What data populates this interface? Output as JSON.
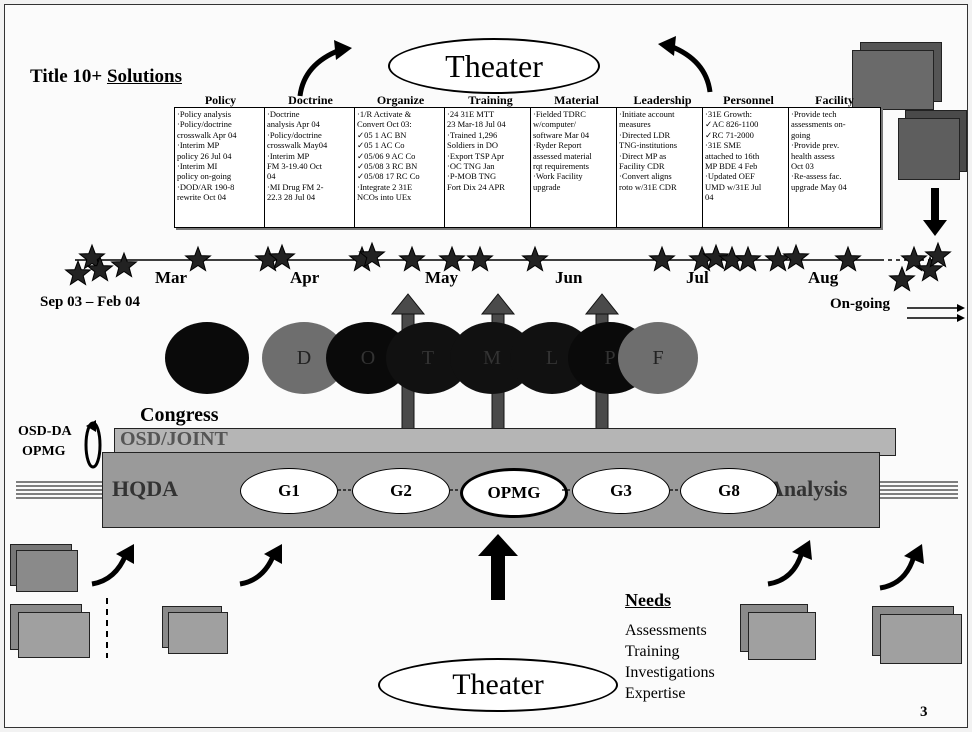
{
  "title": {
    "prefix": "Title 10+ ",
    "underlined": "Solutions"
  },
  "theater_top": "Theater",
  "theater_bottom": "Theater",
  "categories": [
    {
      "name": "Policy",
      "lines": [
        "·Policy analysis",
        "·Policy/doctrine",
        "crosswalk Apr 04",
        "·Interim MP",
        "policy 26 Jul 04",
        "·Interim MI",
        "policy on-going",
        "·DOD/AR 190-8",
        "rewrite Oct 04"
      ]
    },
    {
      "name": "Doctrine",
      "lines": [
        "·Doctrine",
        "analysis Apr 04",
        "·Policy/doctrine",
        "crosswalk May04",
        "·Interim MP",
        "FM 3-19.40 Oct",
        "04",
        "·MI Drug FM 2-",
        "22.3 28 Jul 04"
      ]
    },
    {
      "name": "Organize",
      "lines": [
        "·1/R Activate &",
        "Convert Oct 03:",
        "✓05 1 AC BN",
        "✓05 1 AC Co",
        "✓05/06 9 AC Co",
        "✓05/08 3 RC BN",
        "✓05/08 17 RC Co",
        "·Integrate 2 31E",
        "NCOs into UEx"
      ]
    },
    {
      "name": "Training",
      "lines": [
        "·24 31E MTT",
        "23 Mar-18 Jul 04",
        "·Trained 1,296",
        "Soldiers in DO",
        "·Export TSP Apr",
        "·OC TNG Jan",
        "·P-MOB TNG",
        "Fort Dix 24 APR"
      ]
    },
    {
      "name": "Material",
      "lines": [
        "·Fielded TDRC",
        "w/computer/",
        "software Mar 04",
        "·Ryder Report",
        "assessed material",
        "rqt requirements",
        "·Work Facility",
        "upgrade"
      ]
    },
    {
      "name": "Leadership",
      "lines": [
        "·Initiate account",
        "measures",
        "·Directed LDR",
        "TNG-institutions",
        "·Direct MP as",
        "Facility CDR",
        "·Convert aligns",
        "roto w/31E CDR"
      ]
    },
    {
      "name": "Personnel",
      "lines": [
        "·31E Growth:",
        "✓AC 826-1100",
        "✓RC 71-2000",
        "·31E SME",
        "attached to 16th",
        "MP BDE 4 Feb",
        "·Updated OEF",
        "UMD w/31E Jul",
        "04"
      ]
    },
    {
      "name": "Facility",
      "lines": [
        "·Provide tech",
        "assessments on-",
        "going",
        "·Provide prev.",
        "health assess",
        "Oct 03",
        "·Re-assess fac.",
        "upgrade May 04"
      ]
    }
  ],
  "timeline": {
    "months": [
      "Mar",
      "Apr",
      "May",
      "Jun",
      "Jul",
      "Aug"
    ],
    "start_label": "Sep 03 – Feb 04",
    "end_label": "On-going"
  },
  "circle_letters": [
    "D",
    "O",
    "T",
    "M",
    "L",
    "P",
    "F"
  ],
  "congress": "Congress",
  "osd_joint": "OSD/JOINT",
  "osd_da": "OSD-DA",
  "opmg_side": "OPMG",
  "hqda": "HQDA",
  "analysis": "Analysis",
  "staff": [
    "G1",
    "G2",
    "OPMG",
    "G3",
    "G8"
  ],
  "needs": {
    "heading": "Needs",
    "items": [
      "Assessments",
      "Training",
      "Investigations",
      "Expertise"
    ]
  },
  "page_number": "3",
  "colors": {
    "star": "#222222",
    "circle_dark": "#0a0a0a",
    "circle_gray": "#6e6e6e",
    "band": "#9a9a9a",
    "band_light": "#b5b5b5"
  }
}
